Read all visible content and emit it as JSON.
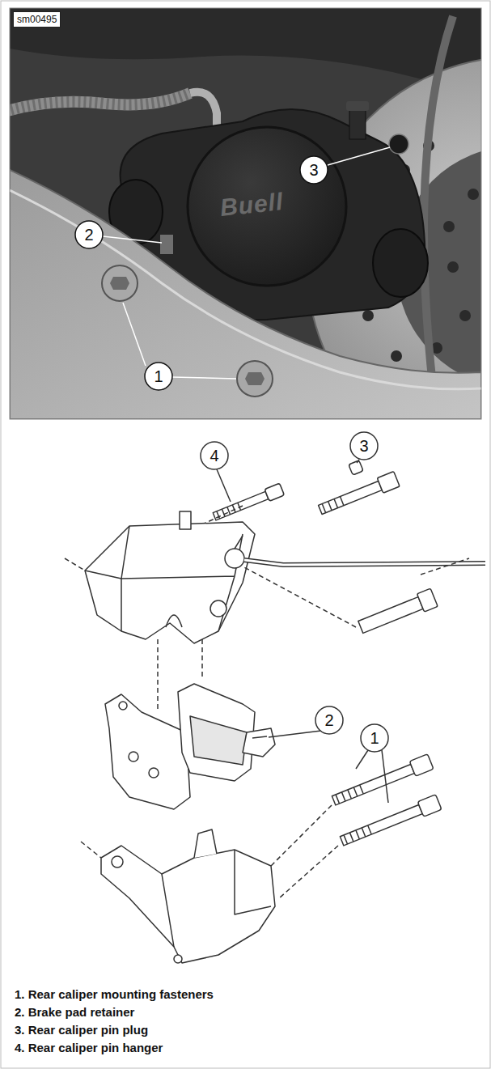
{
  "diagram": {
    "labels": [
      "sm00495",
      "3",
      "Buell",
      "2",
      "1",
      "4",
      "3",
      "2",
      "1",
      "1. Rear caliper mounting fasteners",
      "2. Brake pad retainer",
      "3. Rear caliper pin plug",
      "4. Rear caliper pin hanger"
    ]
  }
}
